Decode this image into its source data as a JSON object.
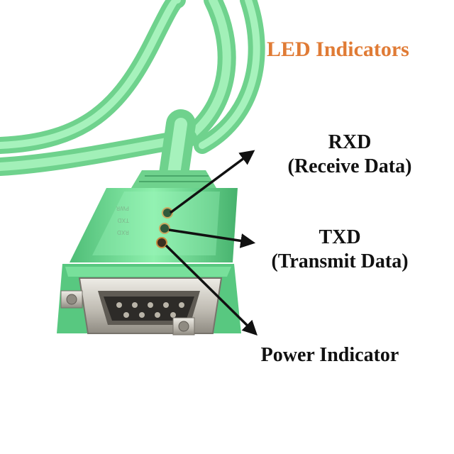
{
  "title": "LED Indicators",
  "callouts": {
    "rxd": {
      "name": "RXD",
      "desc": "(Receive Data)"
    },
    "txd": {
      "name": "TXD",
      "desc": "(Transmit Data)"
    },
    "power": {
      "name": "Power Indicator"
    }
  },
  "led_labels": {
    "rxd": "RXD",
    "txd": "TXD",
    "pwr": "PWR"
  },
  "colors": {
    "title": "#e07b35",
    "cable": "#8ee8a6",
    "connector_body": "#52c27a",
    "metal_shell": "#c9c6bf",
    "text": "#111111"
  }
}
